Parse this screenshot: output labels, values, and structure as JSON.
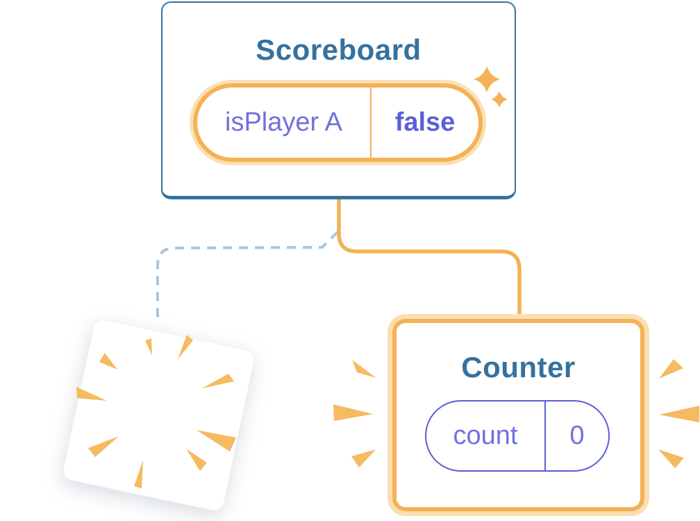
{
  "scoreboard": {
    "title": "Scoreboard",
    "state": {
      "name": "isPlayer A",
      "value": "false"
    }
  },
  "counter": {
    "title": "Counter",
    "state": {
      "name": "count",
      "value": "0"
    }
  },
  "icons": {
    "sparkle": "✦",
    "burst": "▲"
  },
  "colors": {
    "card_border_blue": "#35719E",
    "title_text_blue": "#35719E",
    "state_name_purple": "#6E72DC",
    "state_value_purple": "#5C5FD6",
    "purple_pill_border": "#5A5ED3",
    "highlight_orange": "#F5B155",
    "highlight_orange_glow": "#FAE0B5",
    "burst_orange": "#F6BA60",
    "dashed_connector_blue": "#A9C6DC",
    "background": "#FFFFFF"
  }
}
